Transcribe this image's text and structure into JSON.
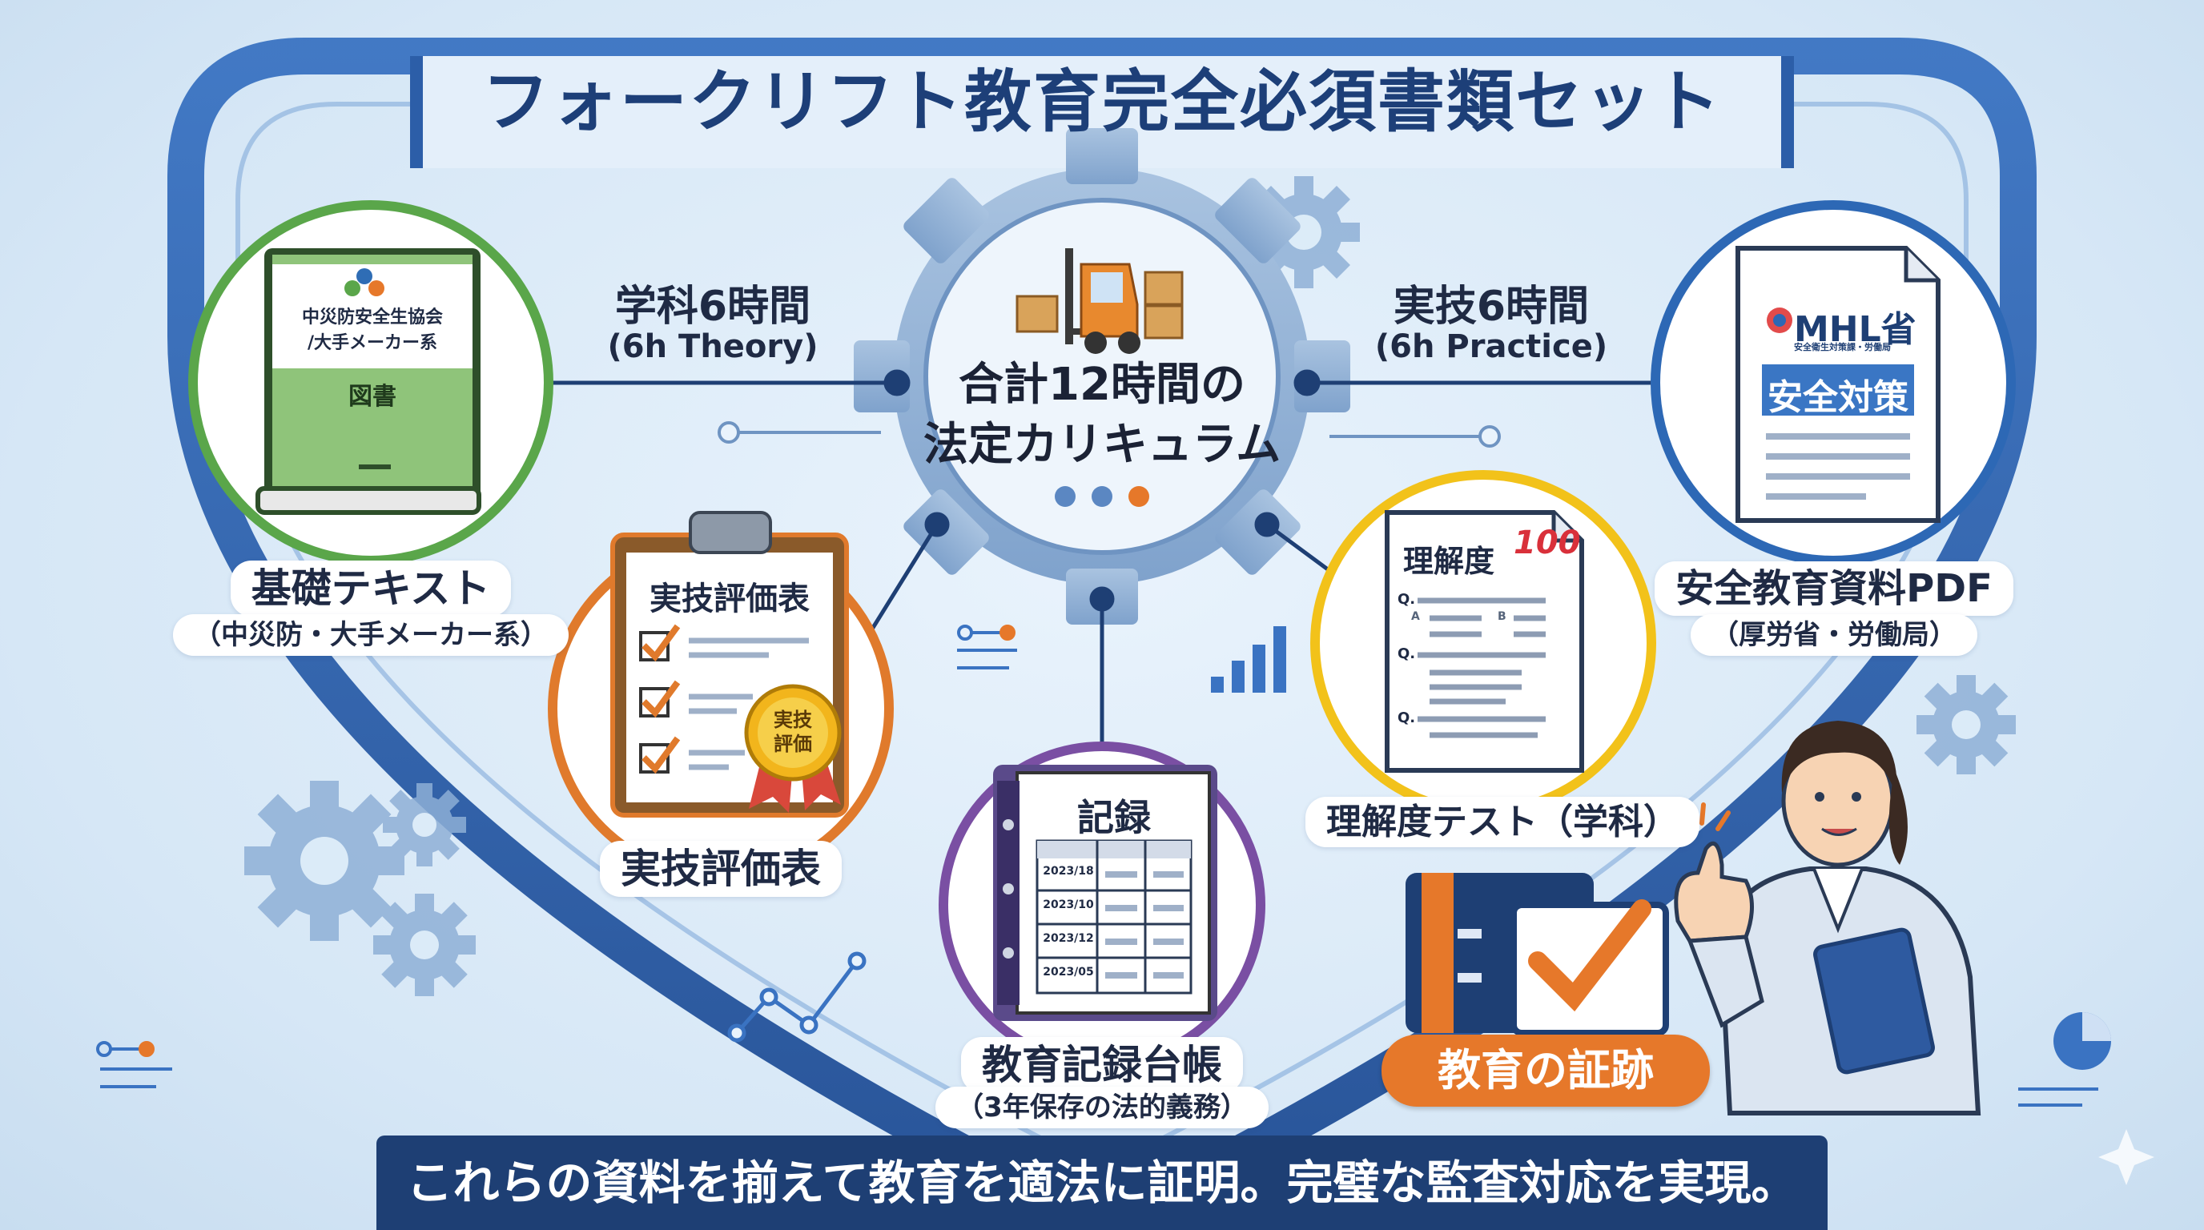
{
  "title": "フォークリフト教育完全必須書類セット",
  "center": {
    "line1": "合計12時間の",
    "line2": "法定カリキュラム"
  },
  "theory": {
    "label": "学科6時間",
    "sub": "(6h Theory)"
  },
  "practice": {
    "label": "実技6時間",
    "sub": "(6h Practice)"
  },
  "textbook": {
    "cover_line1": "中災防安全生協会",
    "cover_line2": "/大手メーカー系",
    "cover_line3": "図書",
    "label": "基礎テキスト",
    "sub": "（中災防・大手メーカー系）"
  },
  "pdf": {
    "logo": "MHL省",
    "logo_sub": "安全衛生対策課・労働局",
    "banner": "安全対策",
    "label": "安全教育資料PDF",
    "sub": "（厚労省・労働局）"
  },
  "evaluation": {
    "sheet_title": "実技評価表",
    "seal": "実技\n評価",
    "label": "実技評価表"
  },
  "test": {
    "sheet_title": "理解度",
    "score": "100",
    "q": "Q.",
    "a": "A",
    "b": "B",
    "label": "理解度テスト（学科）"
  },
  "record": {
    "sheet_title": "記録",
    "dates": [
      "2023/18",
      "2023/10",
      "2023/12",
      "2023/05"
    ],
    "label": "教育記録台帳",
    "sub": "（3年保存の法的義務）"
  },
  "proof": {
    "label": "教育の証跡"
  },
  "footer": "これらの資料を揃えて教育を適法に証明。完璧な監査対応を実現。",
  "colors": {
    "navy": "#1e3f74",
    "shield": "#2c5ea8",
    "green": "#5aa64a",
    "orange": "#e07a2c",
    "purple": "#7a4fa3",
    "yellow": "#f2c21a",
    "blue": "#2d68b5",
    "accent": "#e6782a"
  },
  "icons": [
    "gear-icon",
    "forklift-icon",
    "clipboard-icon",
    "checkmark-icon",
    "badge-icon",
    "book-icon",
    "document-icon",
    "binder-icon",
    "bar-chart-icon",
    "line-chart-icon",
    "pie-chart-icon",
    "sparkle-icon",
    "person-icon",
    "thumbs-up-icon"
  ]
}
